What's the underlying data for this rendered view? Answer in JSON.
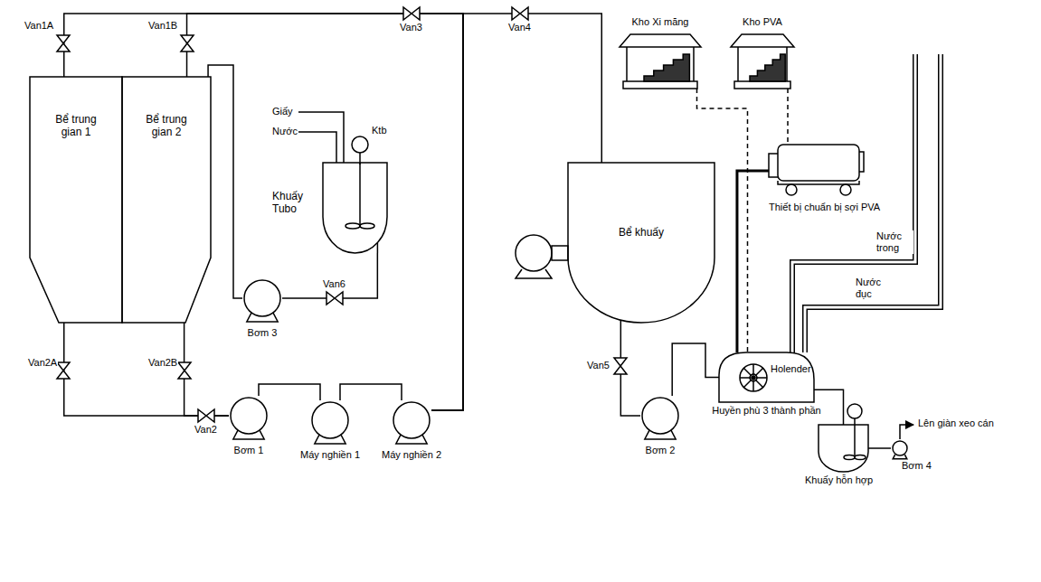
{
  "diagram": {
    "nodes": [
      {
        "text": [
          "Bể trung gian 1"
        ]
      },
      {
        "text": [
          "Bể trung gian 2"
        ]
      },
      {
        "text": [
          "Khuấy Tubo"
        ]
      },
      {
        "text": [
          "Bơm 3"
        ]
      },
      {
        "text": [
          "Bơm 1"
        ]
      },
      {
        "text": [
          "Máy nghiền 1"
        ]
      },
      {
        "text": [
          "Máy nghiền 2"
        ]
      },
      {
        "text": [
          "Bể khuấy"
        ]
      },
      {
        "text": [
          "Bơm 2"
        ]
      },
      {
        "text": [
          "Kho Xi măng"
        ]
      },
      {
        "text": [
          "Kho PVA"
        ]
      },
      {
        "text": [
          "Thiết bị chuẩn bị sợi PVA"
        ]
      },
      {
        "text": [
          "Holender",
          "Huyền phù 3 thành phần"
        ]
      },
      {
        "text": [
          "Khuấy hỗn hợp"
        ]
      },
      {
        "text": [
          "Bơm 4"
        ]
      }
    ],
    "edges": [
      {
        "from": 0,
        "to": 4,
        "arrow": "none"
      },
      {
        "from": 1,
        "to": 4,
        "arrow": "none"
      },
      {
        "from": 4,
        "to": 5,
        "arrow": "none"
      },
      {
        "from": 5,
        "to": 6,
        "arrow": "none"
      },
      {
        "from": 6,
        "to": 0,
        "arrow": "none"
      },
      {
        "from": 6,
        "to": 1,
        "arrow": "none"
      },
      {
        "from": 6,
        "to": 7,
        "arrow": "none"
      },
      {
        "from": 2,
        "to": 3,
        "arrow": "none"
      },
      {
        "from": 3,
        "to": 1,
        "arrow": "none"
      },
      {
        "from": 7,
        "to": 8,
        "arrow": "none"
      },
      {
        "from": 8,
        "to": 12,
        "arrow": "none"
      },
      {
        "from": 9,
        "to": 12,
        "arrow": "none"
      },
      {
        "from": 10,
        "to": 11,
        "arrow": "none"
      },
      {
        "from": 11,
        "to": 12,
        "arrow": "none"
      },
      {
        "from": 12,
        "to": 13,
        "arrow": "none"
      },
      {
        "from": 13,
        "to": 14,
        "arrow": "none"
      }
    ],
    "labels": [
      "Van1A",
      "Van1B",
      "Van3",
      "Van4",
      "Giấy",
      "Nước",
      "Ktb",
      "Van6",
      "Van2A",
      "Van2B",
      "Van2",
      "Van5",
      "Nước trong",
      "Nước đục",
      "Lên giàn xeo cán"
    ]
  }
}
